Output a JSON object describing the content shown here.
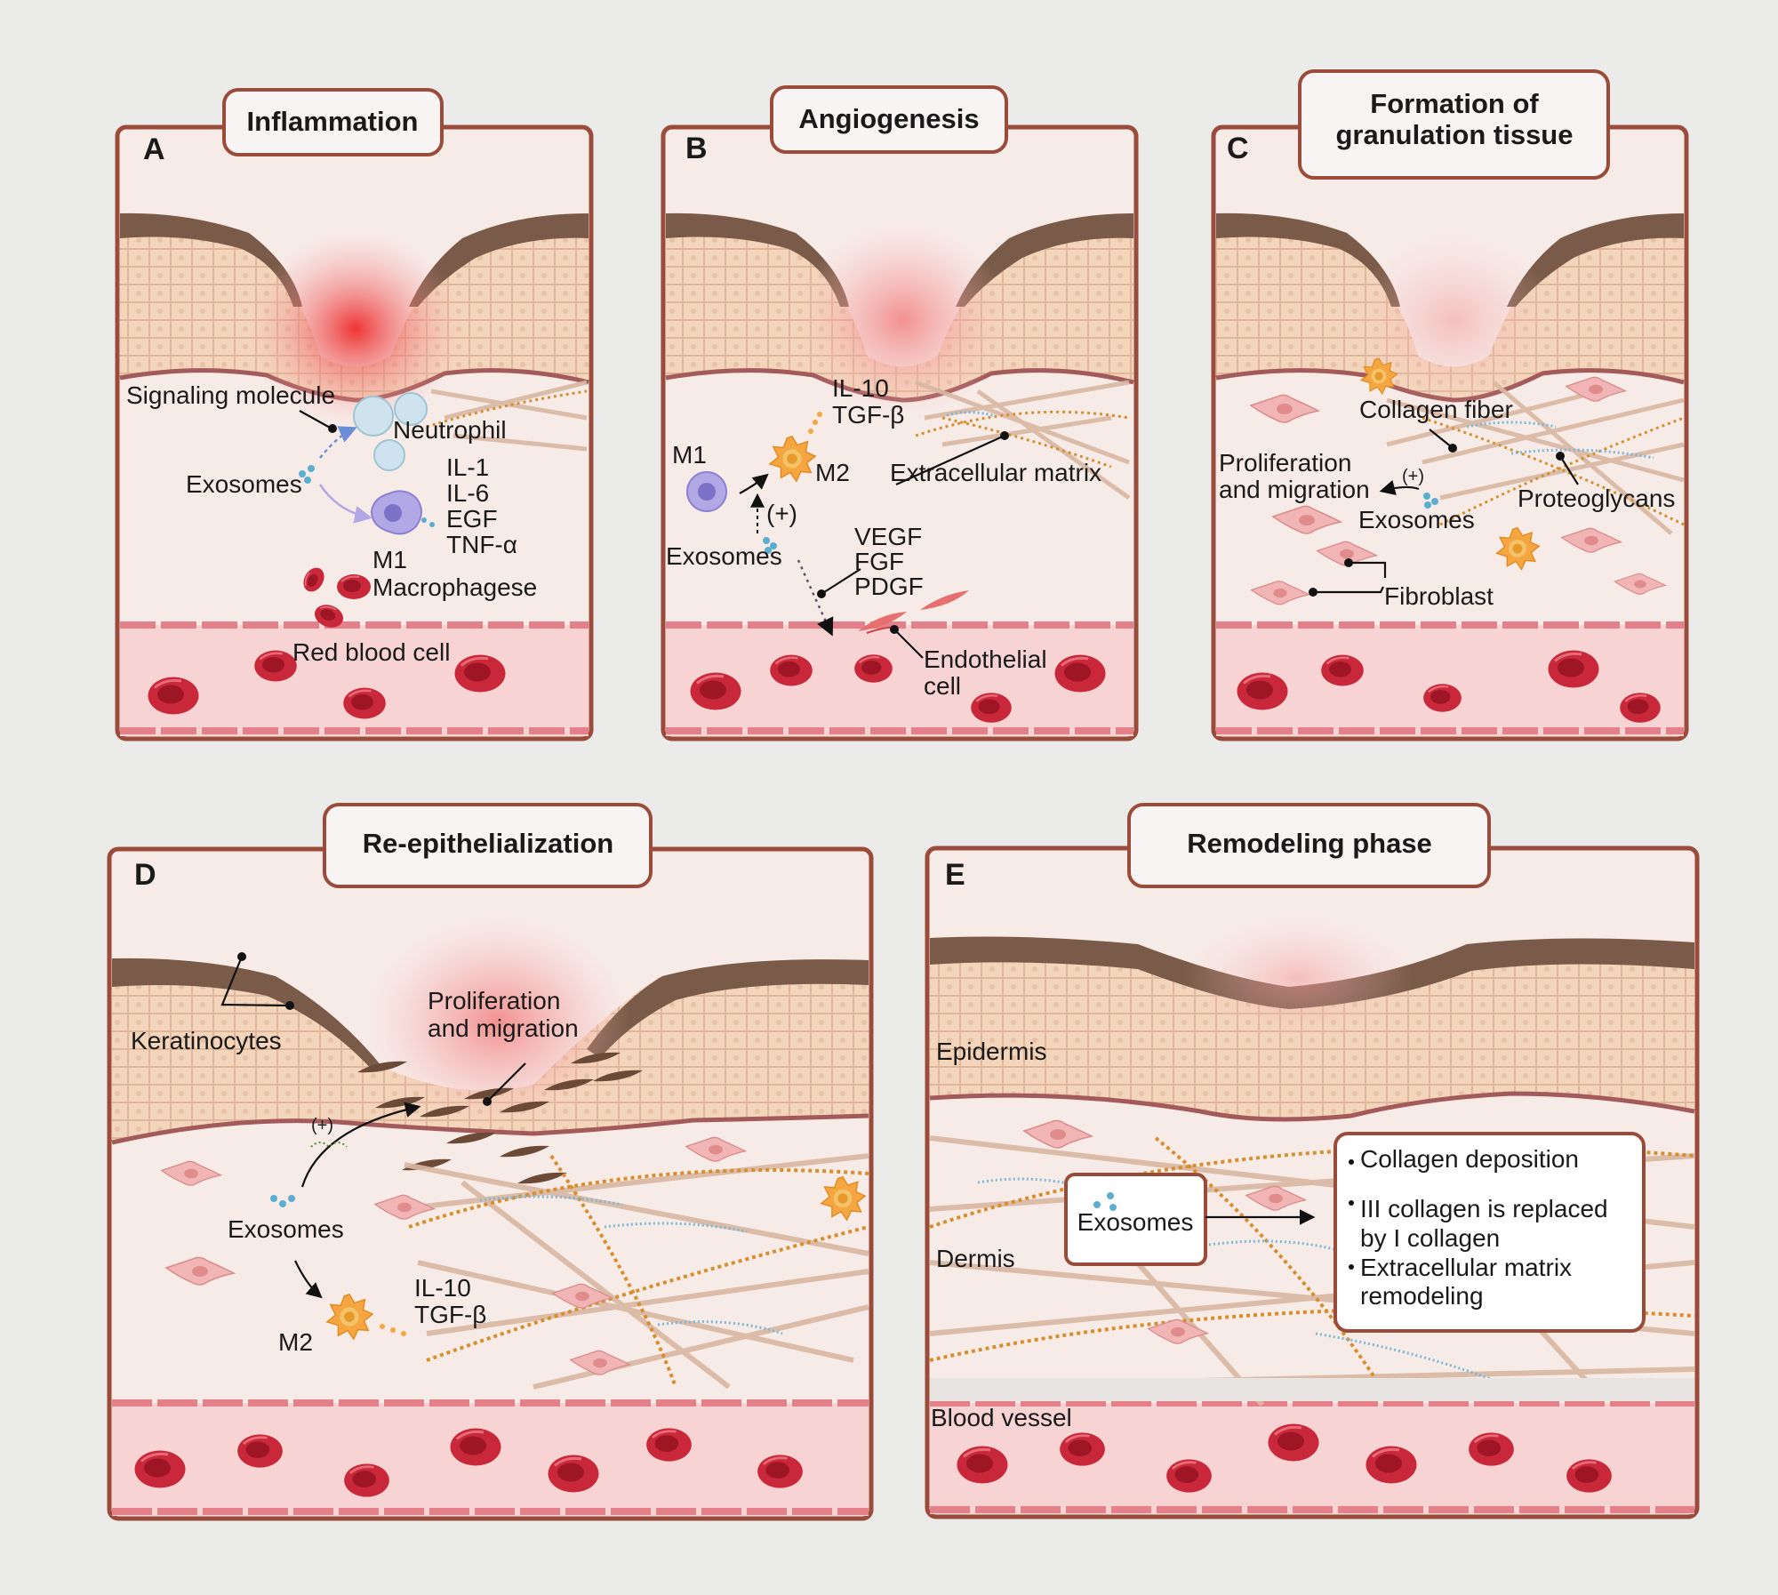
{
  "panels": [
    {
      "letter": "A",
      "title": "Inflammation",
      "labels": {
        "signaling": "Signaling molecule",
        "neutrophil": "Neutrophil",
        "exosomes": "Exosomes",
        "cytokines": [
          "IL-1",
          "IL-6",
          "EGF",
          "TNF-α"
        ],
        "m1": "M1",
        "macrophage": "Macrophagese",
        "rbc": "Red blood cell"
      }
    },
    {
      "letter": "B",
      "title": "Angiogenesis",
      "labels": {
        "cytokines": [
          "IL-10",
          "TGF-β"
        ],
        "m1": "M1",
        "m2": "M2",
        "ecm": "Extracellular matrix",
        "plus": "(+)",
        "exosomes": "Exosomes",
        "factors": [
          "VEGF",
          "FGF",
          "PDGF"
        ],
        "endothelial": [
          "Endothelial",
          "cell"
        ]
      }
    },
    {
      "letter": "C",
      "title": [
        "Formation of",
        "granulation tissue"
      ],
      "labels": {
        "collagen": "Collagen fiber",
        "prolif": [
          "Proliferation",
          "and migration"
        ],
        "plus": "(+)",
        "proteoglycans": "Proteoglycans",
        "exosomes": "Exosomes",
        "fibroblast": "Fibroblast"
      }
    },
    {
      "letter": "D",
      "title": "Re-epithelialization",
      "labels": {
        "keratinocytes": "Keratinocytes",
        "prolif": [
          "Proliferation",
          "and migration"
        ],
        "plus": "(+)",
        "exosomes": "Exosomes",
        "m2": "M2",
        "cytokines": [
          "IL-10",
          "TGF-β"
        ]
      }
    },
    {
      "letter": "E",
      "title": "Remodeling phase",
      "labels": {
        "epidermis": "Epidermis",
        "dermis": "Dermis",
        "vessel": "Blood vessel",
        "exosomes": "Exosomes",
        "bullets": [
          "Collagen deposition",
          "III collagen is replaced",
          "by I collagen",
          "Extracellular matrix",
          "remodeling"
        ]
      }
    }
  ],
  "colors": {
    "frame": "#9a4b3a",
    "skin": "#f3d5bb",
    "crust": "#7a5a48",
    "dermis": "#f7ebe8",
    "vessel": "#f7d3d3",
    "rbc": "#c8283a",
    "exosome": "#5aaed0",
    "wound": "#ee3a3a"
  }
}
